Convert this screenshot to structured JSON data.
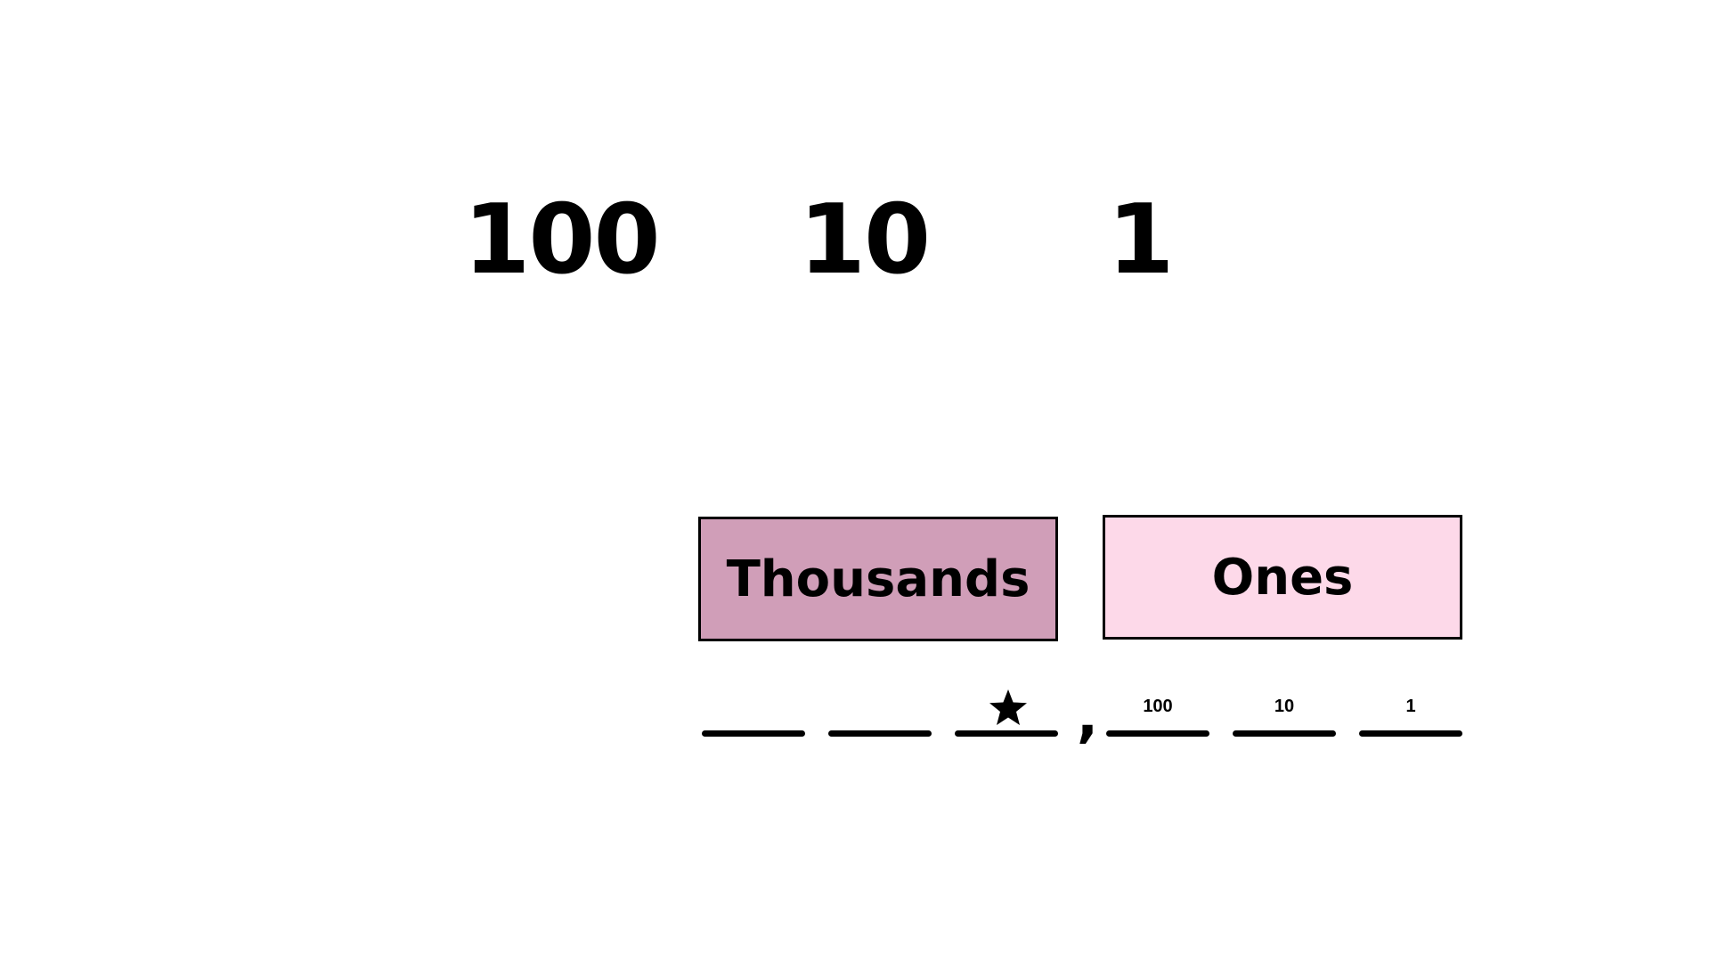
{
  "place_values": [
    "100",
    "10",
    "1"
  ],
  "periods": {
    "thousands": {
      "label": "Thousands",
      "color": "#d09eb8"
    },
    "ones": {
      "label": "Ones",
      "color": "#fdd9e9"
    }
  },
  "digit_blanks": {
    "thousands_marker_icon": "star-icon",
    "separator": ",",
    "ones_labels": [
      "100",
      "10",
      "1"
    ]
  }
}
